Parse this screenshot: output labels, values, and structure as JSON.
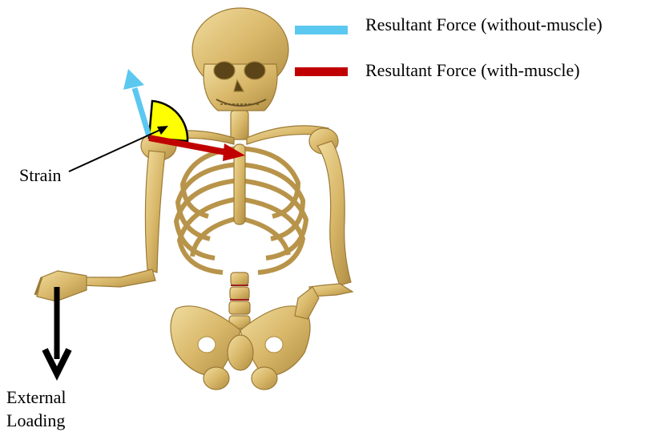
{
  "colors": {
    "without_muscle": "#5bc8f0",
    "with_muscle": "#c00000",
    "strain_sector": "#ffff00",
    "bone": "#d9b86a",
    "bone_shadow": "#a7843a",
    "bone_highlight": "#f2dfa4"
  },
  "legend": {
    "without_muscle_label": "Resultant Force (without-muscle)",
    "with_muscle_label": "Resultant Force (with-muscle)"
  },
  "annotations": {
    "strain_label": "Strain",
    "external_loading_line1": "External",
    "external_loading_line2": "Loading"
  },
  "icons": {
    "skeleton": "skeleton-illustration",
    "strain_sector": "strain-sector-icon",
    "without_muscle_arrow": "arrow-up-left-icon",
    "with_muscle_arrow": "arrow-right-down-icon",
    "external_loading_arrow": "arrow-down-icon"
  }
}
